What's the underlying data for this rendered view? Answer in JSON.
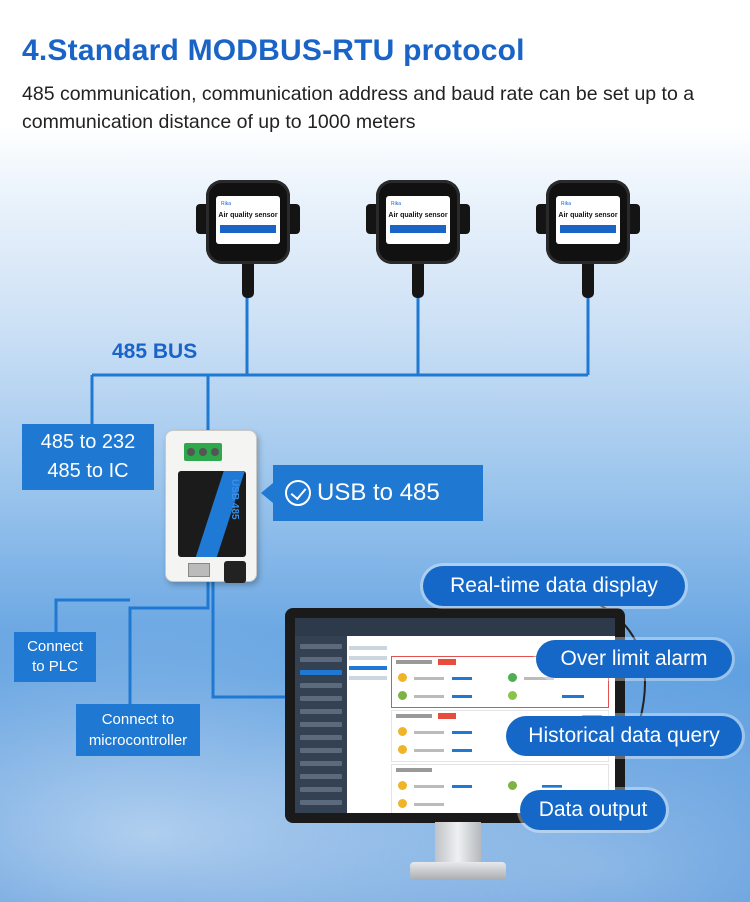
{
  "header": {
    "title": "4.Standard MODBUS-RTU protocol",
    "subtitle": "485 communication, communication address and baud rate can be set up to a communication distance of up to 1000 meters"
  },
  "sensor": {
    "name": "Air quality sensor"
  },
  "bus": {
    "label": "485 BUS"
  },
  "converter_label": {
    "line1": "485 to 232",
    "line2": "485 to IC"
  },
  "usb485": {
    "label": "USB to 485"
  },
  "connect_plc": {
    "line1": "Connect",
    "line2": "to PLC"
  },
  "connect_mcu": {
    "line1": "Connect to",
    "line2": "microcontroller"
  },
  "features": [
    "Real-time data display",
    "Over limit alarm",
    "Historical data query",
    "Data output"
  ],
  "colors": {
    "accent": "#1f78d1",
    "title": "#1a64c8"
  }
}
